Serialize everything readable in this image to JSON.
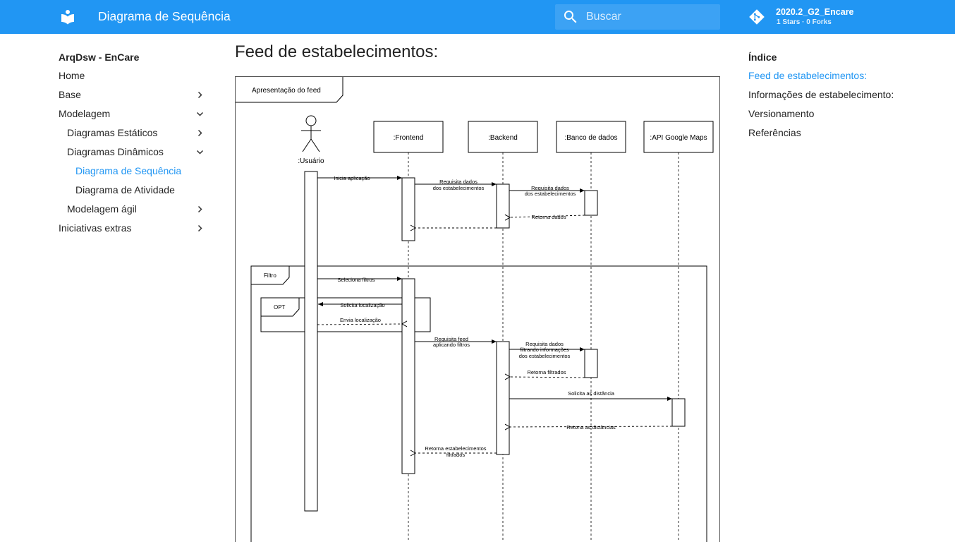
{
  "header": {
    "site_title": "Diagrama de Sequência",
    "search_placeholder": "Buscar",
    "repo_name": "2020.2_G2_Encare",
    "repo_facts": "1 Stars · 0 Forks",
    "accent_color": "#2196f3"
  },
  "nav": {
    "title": "ArqDsw - EnCare",
    "items": [
      {
        "label": "Home"
      },
      {
        "label": "Base"
      },
      {
        "label": "Modelagem"
      },
      {
        "label": "Diagramas Estáticos"
      },
      {
        "label": "Diagramas Dinâmicos"
      },
      {
        "label": "Diagrama de Sequência"
      },
      {
        "label": "Diagrama de Atividade"
      },
      {
        "label": "Modelagem ágil"
      },
      {
        "label": "Iniciativas extras"
      }
    ]
  },
  "toc": {
    "title": "Índice",
    "items": [
      {
        "label": "Feed de estabelecimentos:"
      },
      {
        "label": "Informações de estabelecimento:"
      },
      {
        "label": "Versionamento"
      },
      {
        "label": "Referências"
      }
    ]
  },
  "content": {
    "heading": "Feed de estabelecimentos:"
  },
  "diagram": {
    "frame_label": "Apresentação do feed",
    "actor": ":Usuário",
    "participants": [
      ":Frontend",
      ":Backend",
      ":Banco de dados",
      ":API Google Maps"
    ],
    "fragment_filter": "Filtro",
    "fragment_opt": "OPT",
    "messages": {
      "inicia": "Inicia aplicação",
      "req1_a": "Requisita dados",
      "req1_b": "dos estabelecimentos",
      "req2_a": "Requisita dados",
      "req2_b": "dos estabelecimentos",
      "retorna_dados": "Retorna dados",
      "seleciona": "Seleciona filtros",
      "solicita_loc": "Solicita localização",
      "envia_loc": "Envia localização",
      "feed_a": "Requisita feed",
      "feed_b": "aplicando filtros",
      "filt_a": "Requisita dados",
      "filt_b": "filtrando informações",
      "filt_c": "dos estabelecimentos",
      "ret_filtrados": "Retorna filtrados",
      "sol_dist": "Solicita as distância",
      "ret_dist": "Retona as distâncias",
      "ret_est_a": "Retorna estabelecimentos",
      "ret_est_b": "filtrados"
    }
  }
}
